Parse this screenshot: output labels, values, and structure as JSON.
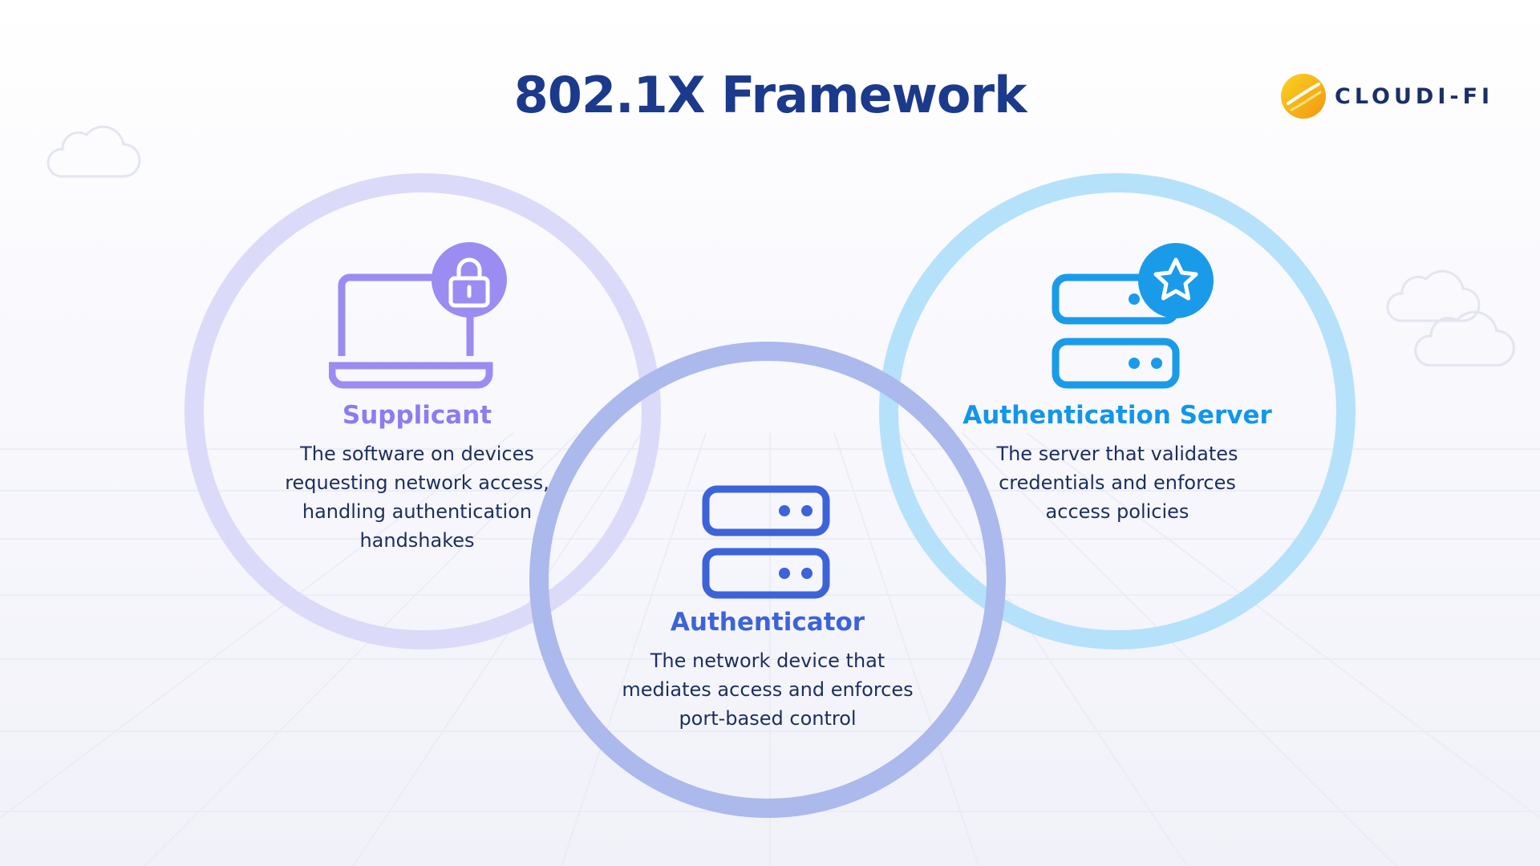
{
  "title": "802.1X Framework",
  "brand": {
    "name": "CLOUDI-FI",
    "colors": {
      "primary_text": "#1b3a8c",
      "logo_yellow": "#f9c21a",
      "logo_orange": "#f39a12"
    }
  },
  "nodes": [
    {
      "name": "Supplicant",
      "description": [
        "The software on devices",
        "requesting network access,",
        "handling authentication",
        "handshakes"
      ],
      "color": "#8b7cf0",
      "icon": "laptop-lock-icon"
    },
    {
      "name": "Authenticator",
      "description": [
        "The network device that",
        "mediates access and enforces",
        "port-based control"
      ],
      "color": "#3d63d9",
      "icon": "server-rack-icon"
    },
    {
      "name": "Authentication Server",
      "description": [
        "The server that validates",
        "credentials and enforces",
        "access policies"
      ],
      "color": "#1296e8",
      "icon": "server-star-icon"
    }
  ],
  "decorations": [
    "cloud-outline-icon",
    "cloud-outline-icon",
    "cloud-outline-icon"
  ]
}
